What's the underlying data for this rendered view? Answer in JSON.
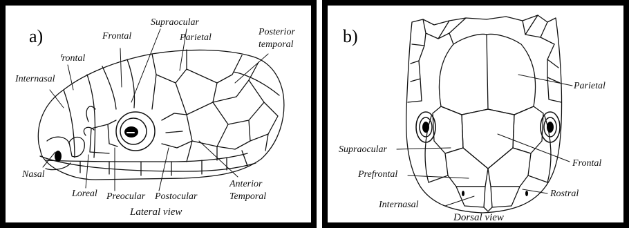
{
  "panels": {
    "a": {
      "letter": "a)",
      "caption": "Lateral view",
      "labels": {
        "frontal": "Frontal",
        "supraocular": "Supraocular",
        "parietal": "Parietal",
        "posterior_temporal_1": "Posterior",
        "posterior_temporal_2": "temporal",
        "prefrontal": "Prefrontal",
        "internasal": "Internasal",
        "nasal": "Nasal",
        "loreal": "Loreal",
        "preocular": "Preocular",
        "postocular": "Postocular",
        "anterior_temporal_1": "Anterior",
        "anterior_temporal_2": "Temporal"
      }
    },
    "b": {
      "letter": "b)",
      "caption": "Dorsal view",
      "labels": {
        "parietal": "Parietal",
        "supraocular": "Supraocular",
        "frontal": "Frontal",
        "prefrontal": "Prefrontal",
        "rostral": "Rostral",
        "internasal": "Internasal"
      }
    }
  },
  "colors": {
    "border": "#000000",
    "ink": "#111111",
    "background": "#ffffff"
  }
}
